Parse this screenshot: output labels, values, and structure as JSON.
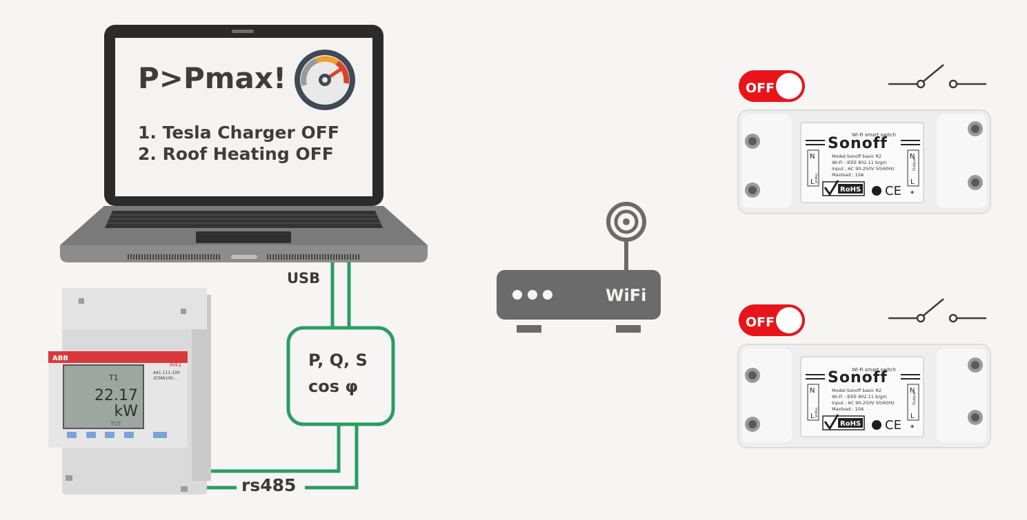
{
  "laptop": {
    "screen_title": "P>Pmax!",
    "actions": [
      "1. Tesla Charger OFF",
      "2. Roof Heating OFF"
    ]
  },
  "connections": {
    "usb_label": "USB",
    "rs485_label": "rs485",
    "line_color": "#2a9d63"
  },
  "processor": {
    "line1": "P, Q, S",
    "line2": "cos φ"
  },
  "router": {
    "label": "WiFi"
  },
  "meter": {
    "brand": "ABB",
    "model": "A41",
    "display_value": "22.17",
    "display_unit": "kW",
    "display_header": "T1",
    "display_footer": "TOT",
    "info_lines": [
      "A41 111-100",
      "2CMA100..."
    ]
  },
  "switches": [
    {
      "toggle_label": "OFF",
      "brand": "Sonoff",
      "header_text": "Wi-Fi smart switch",
      "spec_lines": [
        "Model:Sonoff basic R2",
        "Wi-Fi : IEEE 802.11 b/g/n",
        "Input : AC 90-250V  50/60Hz",
        "Maxload : 10A"
      ],
      "input_label": "Input",
      "output_label": "Output",
      "rohs": "RoHS",
      "ce": "CE"
    },
    {
      "toggle_label": "OFF",
      "brand": "Sonoff",
      "header_text": "Wi-Fi smart switch",
      "spec_lines": [
        "Model:Sonoff basic R2",
        "Wi-Fi : IEEE 802.11 b/g/n",
        "Input : AC 90-250V  50/60Hz",
        "Maxload : 10A"
      ],
      "input_label": "Input",
      "output_label": "Output",
      "rohs": "RoHS",
      "ce": "CE"
    }
  ],
  "colors": {
    "toggle_red": "#e8141a",
    "gauge_orange": "#f39c2d",
    "gauge_red": "#d9442d",
    "dark_gray": "#3b3b3b"
  }
}
